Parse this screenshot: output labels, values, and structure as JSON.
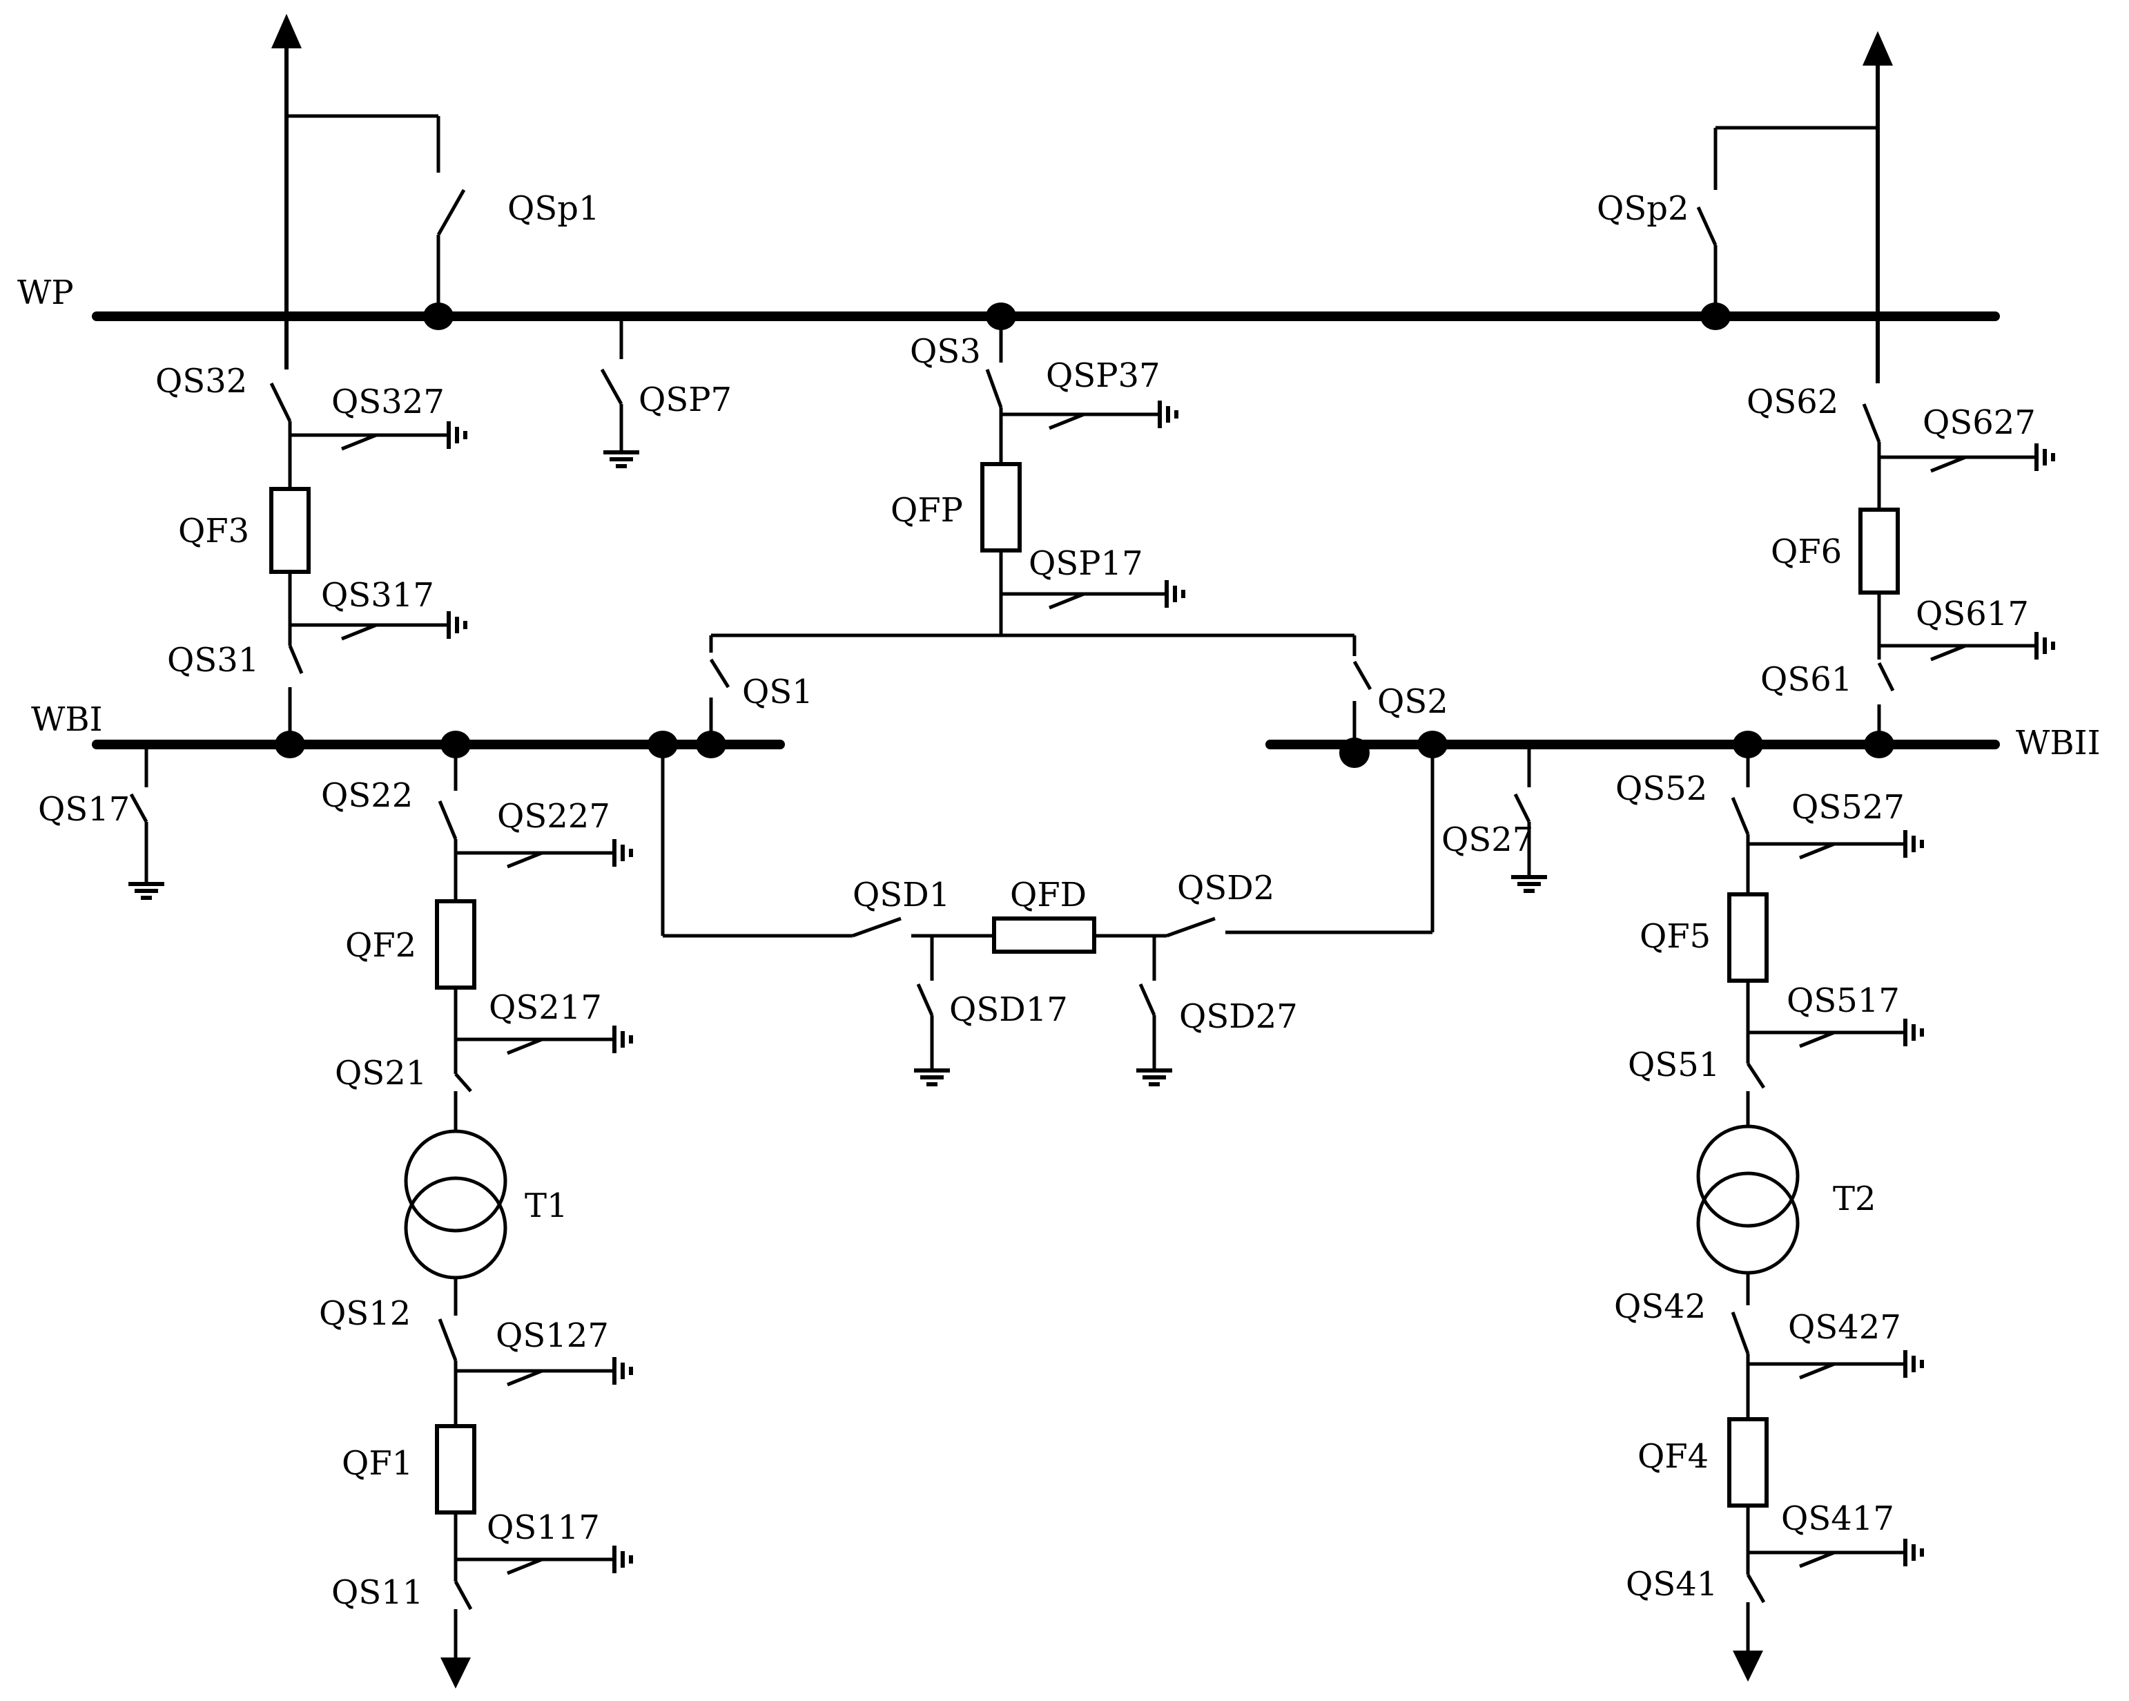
{
  "buses": {
    "wp": "WP",
    "wbi": "WBI",
    "wbii": "WBII"
  },
  "labels": {
    "QSp1": "QSp1",
    "QSp2": "QSp2",
    "QS3": "QS3",
    "QSP37": "QSP37",
    "QSP7": "QSP7",
    "QFP": "QFP",
    "QSP17": "QSP17",
    "QS32": "QS32",
    "QS327": "QS327",
    "QF3": "QF3",
    "QS317": "QS317",
    "QS31": "QS31",
    "QS1": "QS1",
    "QS2": "QS2",
    "QS17": "QS17",
    "QS22": "QS22",
    "QS227": "QS227",
    "QF2": "QF2",
    "QS217": "QS217",
    "QS21": "QS21",
    "T1": "T1",
    "QS12": "QS12",
    "QS127": "QS127",
    "QF1": "QF1",
    "QS117": "QS117",
    "QS11": "QS11",
    "QSD1": "QSD1",
    "QFD": "QFD",
    "QSD2": "QSD2",
    "QSD17": "QSD17",
    "QSD27": "QSD27",
    "QS27": "QS27",
    "QS62": "QS62",
    "QS627": "QS627",
    "QF6": "QF6",
    "QS617": "QS617",
    "QS61": "QS61",
    "QS52": "QS52",
    "QS527": "QS527",
    "QF5": "QF5",
    "QS517": "QS517",
    "QS51": "QS51",
    "T2": "T2",
    "QS42": "QS42",
    "QS427": "QS427",
    "QF4": "QF4",
    "QS417": "QS417",
    "QS41": "QS41"
  }
}
